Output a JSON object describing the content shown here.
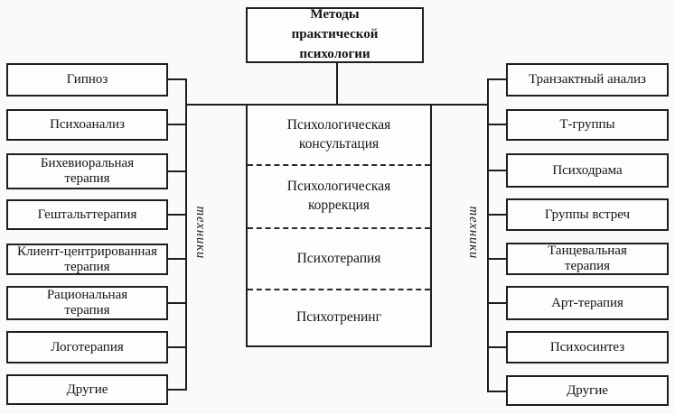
{
  "diagram": {
    "title": "Методы\nпрактической\nпсихологии",
    "center": {
      "items": [
        "Психологическая\nконсультация",
        "Психологическая\nкоррекция",
        "Психотерапия",
        "Психотренинг"
      ]
    },
    "left": {
      "side_label": "техники",
      "items": [
        "Гипноз",
        "Психоанализ",
        "Бихевиоральная\nтерапия",
        "Гештальттерапия",
        "Клиент-центрированная\nтерапия",
        "Рациональная\nтерапия",
        "Логотерапия",
        "Другие"
      ]
    },
    "right": {
      "side_label": "техники",
      "items": [
        "Транзактный анализ",
        "Т-группы",
        "Психодрама",
        "Группы встреч",
        "Танцевальная\nтерапия",
        "Арт-терапия",
        "Психосинтез",
        "Другие"
      ]
    },
    "colors": {
      "background": "#fbfaf8",
      "box_fill": "#fdfdfc",
      "border": "#1e1e1e",
      "text": "#151515"
    }
  }
}
